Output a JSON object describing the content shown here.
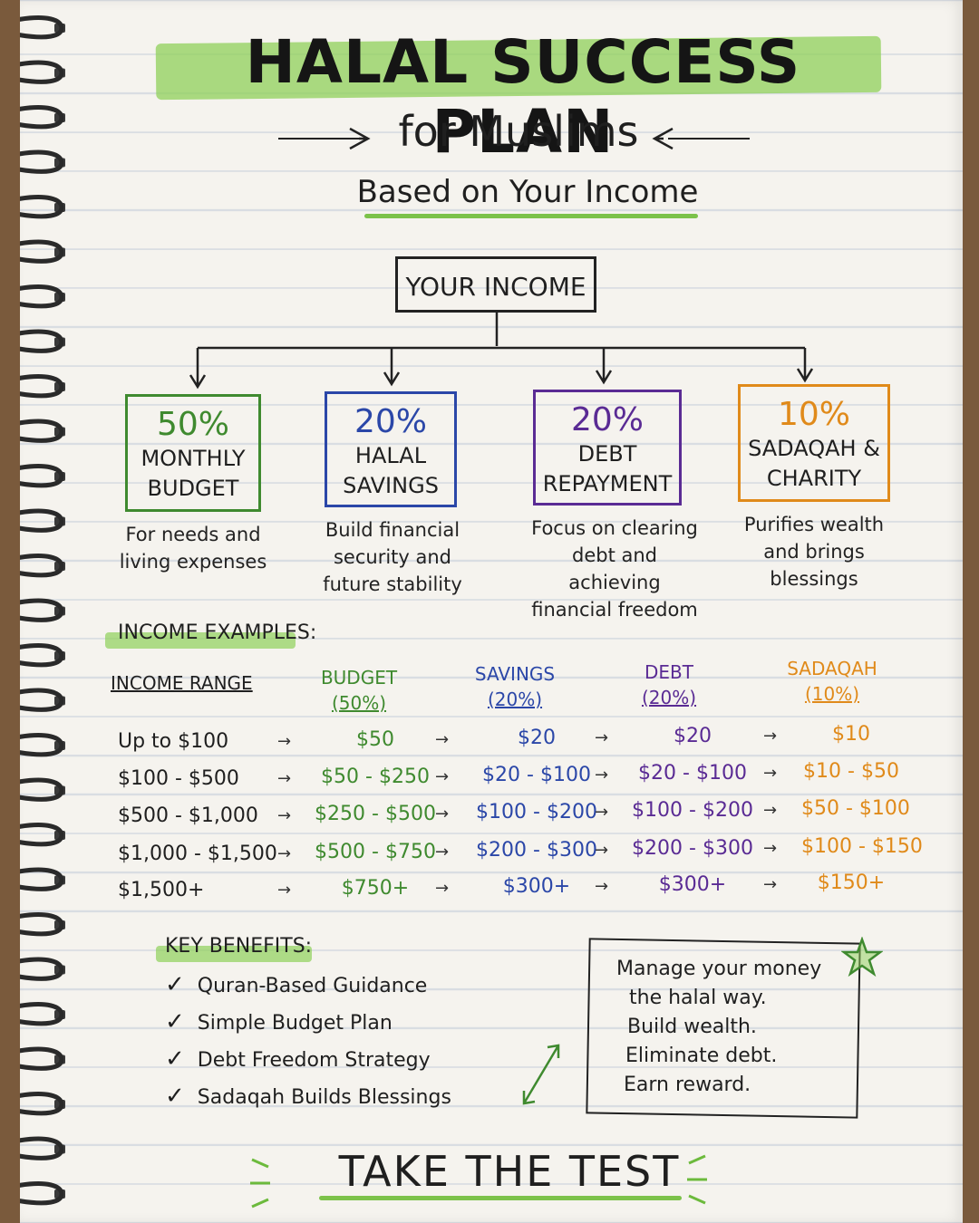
{
  "title": "HALAL SUCCESS PLAN",
  "subtitle": "for Muslims",
  "based_on": "Based on Your Income",
  "root_label": "YOUR INCOME",
  "colors": {
    "green": "#3f8a2f",
    "blue": "#2b47a8",
    "purple": "#5a2b94",
    "orange": "#e08a1a",
    "highlight": "#8fd05a"
  },
  "categories": [
    {
      "pct": "50%",
      "name_line1": "MONTHLY",
      "name_line2": "BUDGET",
      "desc": [
        "For needs and",
        "living expenses"
      ]
    },
    {
      "pct": "20%",
      "name_line1": "HALAL",
      "name_line2": "SAVINGS",
      "desc": [
        "Build financial",
        "security and",
        "future stability"
      ]
    },
    {
      "pct": "20%",
      "name_line1": "DEBT",
      "name_line2": "REPAYMENT",
      "desc": [
        "Focus on clearing",
        "debt and achieving",
        "financial freedom"
      ]
    },
    {
      "pct": "10%",
      "name_line1": "SADAQAH &",
      "name_line2": "CHARITY",
      "desc": [
        "Purifies wealth",
        "and brings",
        "blessings"
      ]
    }
  ],
  "examples": {
    "section_title": "INCOME EXAMPLES:",
    "arrow": "→",
    "headers": [
      {
        "line1": "INCOME RANGE",
        "line2": ""
      },
      {
        "line1": "BUDGET",
        "line2": "(50%)"
      },
      {
        "line1": "SAVINGS",
        "line2": "(20%)"
      },
      {
        "line1": "DEBT",
        "line2": "(20%)"
      },
      {
        "line1": "SADAQAH",
        "line2": "(10%)"
      }
    ],
    "rows": [
      [
        "Up to $100",
        "$50",
        "$20",
        "$20",
        "$10"
      ],
      [
        "$100 - $500",
        "$50 - $250",
        "$20 - $100",
        "$20 - $100",
        "$10 - $50"
      ],
      [
        "$500 - $1,000",
        "$250 - $500",
        "$100 - $200",
        "$100 - $200",
        "$50 - $100"
      ],
      [
        "$1,000 - $1,500",
        "$500 - $750",
        "$200 - $300",
        "$200 - $300",
        "$100 - $150"
      ],
      [
        "$1,500+",
        "$750+",
        "$300+",
        "$300+",
        "$150+"
      ]
    ]
  },
  "benefits": {
    "section_title": "KEY BENEFITS:",
    "check": "✓",
    "items": [
      "Quran-Based Guidance",
      "Simple Budget Plan",
      "Debt Freedom Strategy",
      "Sadaqah Builds Blessings"
    ]
  },
  "note": {
    "star_icon": "star-icon",
    "lines": [
      "Manage your money",
      "the halal way.",
      "Build wealth.",
      "Eliminate debt.",
      "Earn reward."
    ]
  },
  "cta": "TAKE THE TEST"
}
